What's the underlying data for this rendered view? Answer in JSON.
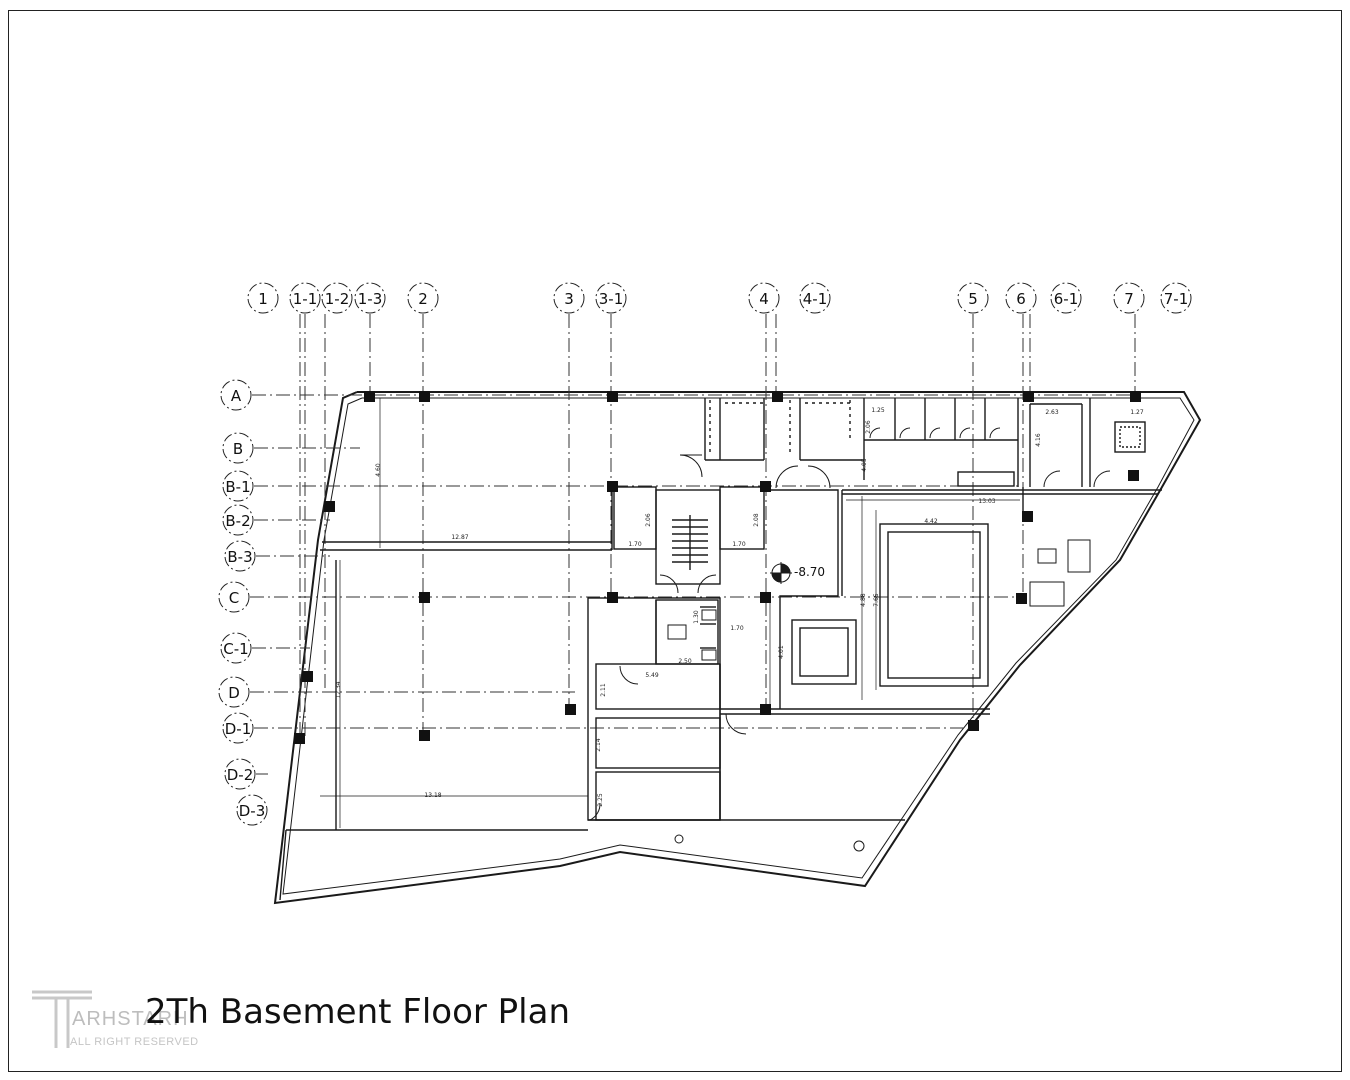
{
  "title": "2Th Basement Floor Plan",
  "watermark": {
    "brand": "ARHSTARH",
    "tagline": "ALL RIGHT RESERVED"
  },
  "grid_columns": [
    "1",
    "1-1",
    "1-2",
    "1-3",
    "2",
    "3",
    "3-1",
    "4",
    "4-1",
    "5",
    "6",
    "6-1",
    "7",
    "7-1"
  ],
  "grid_rows": [
    "A",
    "B",
    "B-1",
    "B-2",
    "B-3",
    "C",
    "C-1",
    "D",
    "D-1",
    "D-2",
    "D-3"
  ],
  "level_mark": "-8.70",
  "dimensions": [
    "12.87",
    "13.18",
    "13.03",
    "4.42",
    "1.70",
    "1.70",
    "1.70",
    "2.63",
    "1.27",
    "1.25",
    "5.49",
    "2.50",
    "4.60",
    "12.34",
    "7.65",
    "4.88",
    "4.01",
    "2.11",
    "2.14",
    "2.25",
    "2.06",
    "4.05",
    "2.08",
    "2.06",
    "4.16",
    "1.30"
  ],
  "colors": {
    "line": "#1a1a1a",
    "dash": "#333333",
    "watermark": "#bdbdbd"
  }
}
